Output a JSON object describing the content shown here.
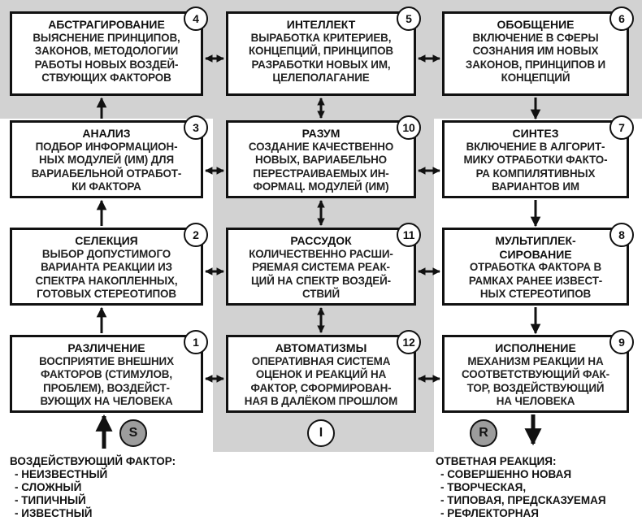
{
  "boxes": [
    {
      "id": 1,
      "title": "РАЗЛИЧЕНИЕ",
      "lines": [
        "ВОСПРИЯТИЕ ВНЕШНИХ",
        "ФАКТОРОВ (СТИМУЛОВ,",
        "ПРОБЛЕМ), ВОЗДЕЙСТ-",
        "ВУЮЩИХ НА ЧЕЛОВЕКА"
      ]
    },
    {
      "id": 2,
      "title": "СЕЛЕКЦИЯ",
      "lines": [
        "ВЫБОР ДОПУСТИМОГО",
        "ВАРИАНТА РЕАКЦИИ ИЗ",
        "СПЕКТРА НАКОПЛЕННЫХ,",
        "ГОТОВЫХ СТЕРЕОТИПОВ"
      ]
    },
    {
      "id": 3,
      "title": "АНАЛИЗ",
      "lines": [
        "ПОДБОР ИНФОРМАЦИОН-",
        "НЫХ МОДУЛЕЙ (ИМ) ДЛЯ",
        "ВАРИАБЕЛЬНОЙ ОТРАБОТ-",
        "КИ ФАКТОРА"
      ]
    },
    {
      "id": 4,
      "title": "АБСТРАГИРОВАНИЕ",
      "lines": [
        "ВЫЯСНЕНИЕ ПРИНЦИПОВ,",
        "ЗАКОНОВ, МЕТОДОЛОГИИ",
        "РАБОТЫ НОВЫХ ВОЗДЕЙ-",
        "СТВУЮЩИХ ФАКТОРОВ"
      ]
    },
    {
      "id": 5,
      "title": "ИНТЕЛЛЕКТ",
      "lines": [
        "ВЫРАБОТКА КРИТЕРИЕВ,",
        "КОНЦЕПЦИЙ, ПРИНЦИПОВ",
        "РАЗРАБОТКИ НОВЫХ ИМ,",
        "ЦЕЛЕПОЛАГАНИЕ"
      ]
    },
    {
      "id": 6,
      "title": "ОБОБЩЕНИЕ",
      "lines": [
        "ВКЛЮЧЕНИЕ В СФЕРЫ",
        "СОЗНАНИЯ ИМ НОВЫХ",
        "ЗАКОНОВ, ПРИНЦИПОВ И",
        "КОНЦЕПЦИЙ"
      ]
    },
    {
      "id": 7,
      "title": "СИНТЕЗ",
      "lines": [
        "ВКЛЮЧЕНИЕ В АЛГОРИТ-",
        "МИКУ ОТРАБОТКИ ФАКТО-",
        "РА КОМПИЛЯТИВНЫХ",
        "ВАРИАНТОВ ИМ"
      ]
    },
    {
      "id": 8,
      "title": "МУЛЬТИПЛЕК-",
      "title2": "СИРОВАНИЕ",
      "lines": [
        "ОТРАБОТКА ФАКТОРА В",
        "РАМКАХ РАНЕЕ ИЗВЕСТ-",
        "НЫХ СТЕРЕОТИПОВ"
      ]
    },
    {
      "id": 9,
      "title": "ИСПОЛНЕНИЕ",
      "lines": [
        "МЕХАНИЗМ РЕАКЦИИ НА",
        "СООТВЕТСТВУЮЩИЙ ФАК-",
        "ТОР, ВОЗДЕЙСТВУЮЩИЙ",
        "НА ЧЕЛОВЕКА"
      ]
    },
    {
      "id": 10,
      "title": "РАЗУМ",
      "lines": [
        "СОЗДАНИЕ КАЧЕСТВЕННО",
        "НОВЫХ, ВАРИАБЕЛЬНО",
        "ПЕРЕСТРАИВАЕМЫХ ИН-",
        "ФОРМАЦ. МОДУЛЕЙ (ИМ)"
      ]
    },
    {
      "id": 11,
      "title": "РАССУДОК",
      "lines": [
        "КОЛИЧЕСТВЕННО РАСШИ-",
        "РЯЕМАЯ СИСТЕМА РЕАК-",
        "ЦИЙ НА СПЕКТР ВОЗДЕЙ-",
        "СТВИЙ"
      ]
    },
    {
      "id": 12,
      "title": "АВТОМАТИЗМЫ",
      "lines": [
        "ОПЕРАТИВНАЯ СИСТЕМА",
        "ОЦЕНОК И РЕАКЦИЙ НА",
        "ФАКТОР, СФОРМИРОВАН-",
        "НАЯ В ДАЛЁКОМ ПРОШЛОМ"
      ]
    }
  ],
  "badges": {
    "s": "S",
    "i": "I",
    "r": "R"
  },
  "input_legend": {
    "heading": "ВОЗДЕЙСТВУЮЩИЙ ФАКТОР:",
    "items": [
      "- НЕИЗВЕСТНЫЙ",
      "- СЛОЖНЫЙ",
      "- ТИПИЧНЫЙ",
      "- ИЗВЕСТНЫЙ"
    ]
  },
  "output_legend": {
    "heading": "ОТВЕТНАЯ РЕАКЦИЯ:",
    "items": [
      "- СОВЕРШЕННО НОВАЯ",
      "- ТВОРЧЕСКАЯ,",
      "- ТИПОВАЯ, ПРЕДСКАЗУЕМАЯ",
      "- РЕФЛЕКТОРНАЯ"
    ]
  },
  "colors": {
    "band": "#d2d2d2",
    "s_badge": "#9c9c9c"
  }
}
